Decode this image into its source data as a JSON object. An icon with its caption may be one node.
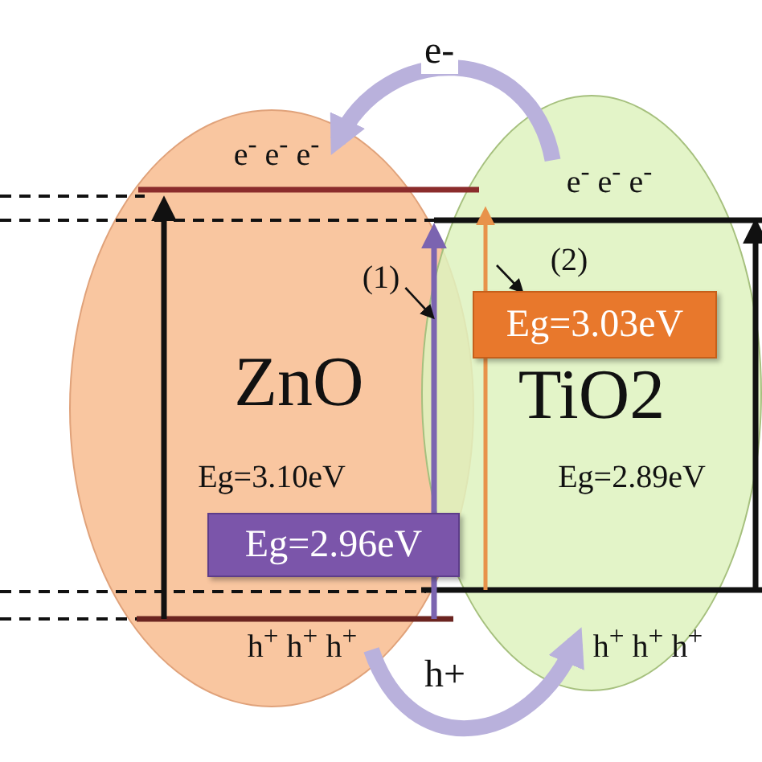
{
  "diagram": {
    "nodes": [
      {
        "text": [
          "ZnO",
          "Eg=3.10eV"
        ]
      },
      {
        "text": [
          "TiO2",
          "Eg=2.89eV"
        ]
      },
      {
        "text": [
          "e$^{-}$ e$^{-}$ e$^{-}$"
        ],
        "in": 0
      },
      {
        "text": [
          "e$^{-}$ e$^{-}$ e$^{-}$"
        ],
        "in": 1
      },
      {
        "text": [
          "h$^{+}$ h$^{+}$ h$^{+}$"
        ],
        "in": 0
      },
      {
        "text": [
          "h$^{+}$ h$^{+}$ h$^{+}$"
        ],
        "in": 1
      },
      {
        "text": [
          "Eg=3.03eV"
        ],
        "in": 1
      },
      {
        "text": [
          "Eg=2.96eV"
        ],
        "in": 0
      },
      {
        "text": [
          "(1)"
        ],
        "in": 0
      }
    ],
    "edges": [
      {
        "from": 3,
        "to": 2,
        "arrow": "to",
        "label": "e-",
        "style": "thick",
        "color": "#b9b1dc"
      },
      {
        "from": 4,
        "to": 5,
        "arrow": "to",
        "label": "h+",
        "style": "thick",
        "color": "#b9b1dc"
      },
      {
        "from": 8,
        "to": null,
        "arrow": "to",
        "color": "#111111"
      },
      {
        "from": null,
        "to": 6,
        "arrow": "to",
        "color": "#111111"
      }
    ],
    "labels": [
      "(2)"
    ]
  }
}
